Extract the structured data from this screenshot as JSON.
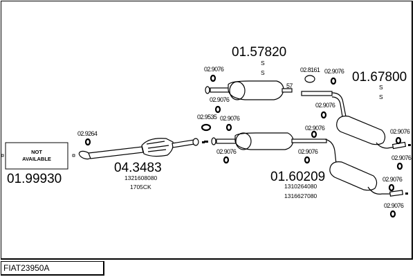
{
  "diagram": {
    "vehicle_code": "FIAT23950A",
    "parts": {
      "front_pipe_section": {
        "number": "01.99930",
        "box_line1": "NOT",
        "box_line2": "AVAILABLE"
      },
      "catalyst": {
        "number": "04.3483",
        "oem1": "1321608080",
        "oem2": "1705CK"
      },
      "middle_upper": {
        "number": "01.57820",
        "marks": [
          "S",
          "S"
        ]
      },
      "rear_upper": {
        "number": "01.67800",
        "marks": [
          "S",
          "S"
        ]
      },
      "middle_lower": {
        "number": "01.60209",
        "oem1": "1310264080",
        "oem2": "1316627080"
      }
    },
    "accessories": {
      "gasket_9264": "02.9264",
      "ring_9076": "02.9076",
      "ring_9535": "02.9535",
      "clamp_8161": "02.8161",
      "pipe_diameter": "57"
    }
  }
}
